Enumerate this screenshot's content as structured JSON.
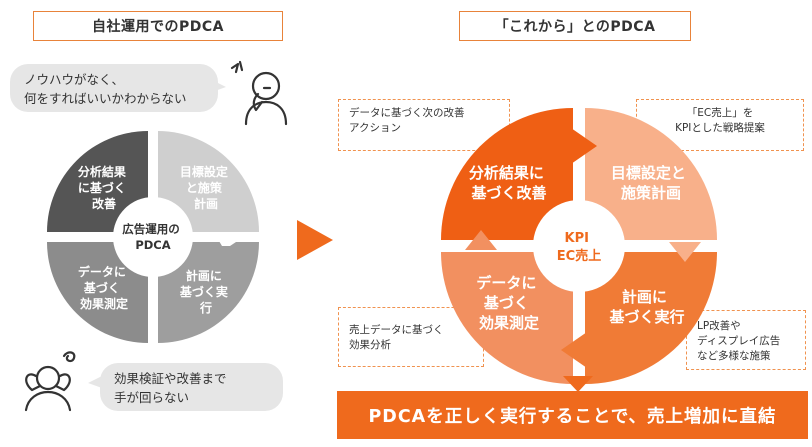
{
  "left": {
    "title": "自社運用でのPDCA",
    "bubble_top": [
      "ノウハウがなく、",
      "何をすればいいかわからない"
    ],
    "bubble_bottom": [
      "効果検証や改善まで",
      "手が回らない"
    ],
    "center": [
      "広告運用の",
      "PDCA"
    ],
    "q_tl": [
      "分析結果",
      "に基づく",
      "改善"
    ],
    "q_tr": [
      "目標設定",
      "と施策",
      "計画"
    ],
    "q_br": [
      "計画に",
      "基づく実",
      "行"
    ],
    "q_bl": [
      "データに",
      "基づく",
      "効果測定"
    ],
    "colors": {
      "tl": "#555555",
      "tr": "#cfcfcf",
      "br": "#9e9e9e",
      "bl": "#8c8c8c"
    }
  },
  "right": {
    "title": "「これから」とのPDCA",
    "center": [
      "KPI",
      "EC売上"
    ],
    "q_tl": [
      "分析結果に",
      "基づく改善"
    ],
    "q_tr": [
      "目標設定と",
      "施策計画"
    ],
    "q_br": [
      "計画に",
      "基づく実行"
    ],
    "q_bl": [
      "データに",
      "基づく",
      "効果測定"
    ],
    "note_tl": [
      "データに基づく次の改善",
      "アクション"
    ],
    "note_tr": [
      "「EC売上」を",
      "KPIとした戦略提案"
    ],
    "note_bl": [
      "売上データに基づく",
      "効果分析"
    ],
    "note_br": [
      "LP改善や",
      "ディスプレイ広告",
      "など多様な施策"
    ],
    "colors": {
      "tl": "#ef5f14",
      "tr": "#f8b08a",
      "br": "#f07b36",
      "bl": "#f29060",
      "center_text": "#ef6a1d"
    }
  },
  "banner": "PDCAを正しく実行することで、売上増加に直結"
}
